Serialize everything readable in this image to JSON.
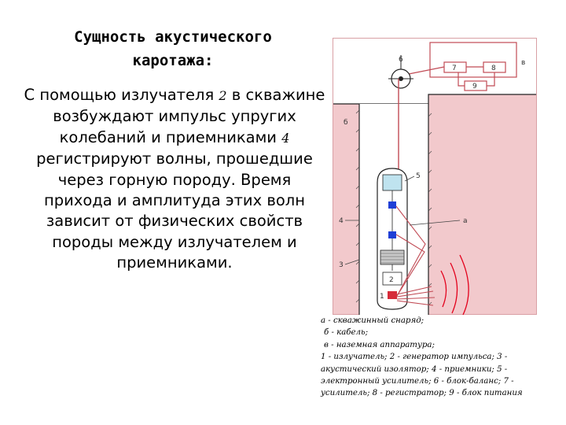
{
  "title": {
    "line1": "Сущность акустического",
    "line2": "каротажа:"
  },
  "description": {
    "part1": "С помощью излучателя ",
    "emitter_num": "2",
    "part2": " в скважине возбуждают импульс упругих колебаний и приемниками ",
    "receiver_num": "4",
    "part3": " регистрируют волны, прошедшие через горную породу. Время прихода и амплитуда этих волн зависит от физических свойств породы между излучателем и приемниками."
  },
  "diagram": {
    "labels": {
      "l6": "6",
      "l7": "7",
      "l8": "8",
      "l9": "9",
      "lv": "в",
      "lb": "б",
      "l5": "5",
      "l4": "4",
      "la": "а",
      "l3": "3",
      "l2": "2",
      "l1": "1"
    },
    "colors": {
      "rock": "#f2c9cc",
      "outer_frame": "#d9a0a5",
      "cable": "#c14b55",
      "emitter": "#d62c3a",
      "receiver": "#1f3fd6",
      "tool_top": "#bfe3ef"
    }
  },
  "caption": {
    "line1": "а - скважинный снаряд;",
    "line2": "б - кабель;",
    "line3": "в - наземная аппаратура;",
    "line4": "1 - излучатель; 2 - генератор импульса; 3 -",
    "line5": "акустический изолятор; 4 - приемники; 5 -",
    "line6": "электронный усилитель; 6 - блок-баланс; 7 -",
    "line7": "усилитель; 8 - регистратор; 9 - блок питания"
  }
}
